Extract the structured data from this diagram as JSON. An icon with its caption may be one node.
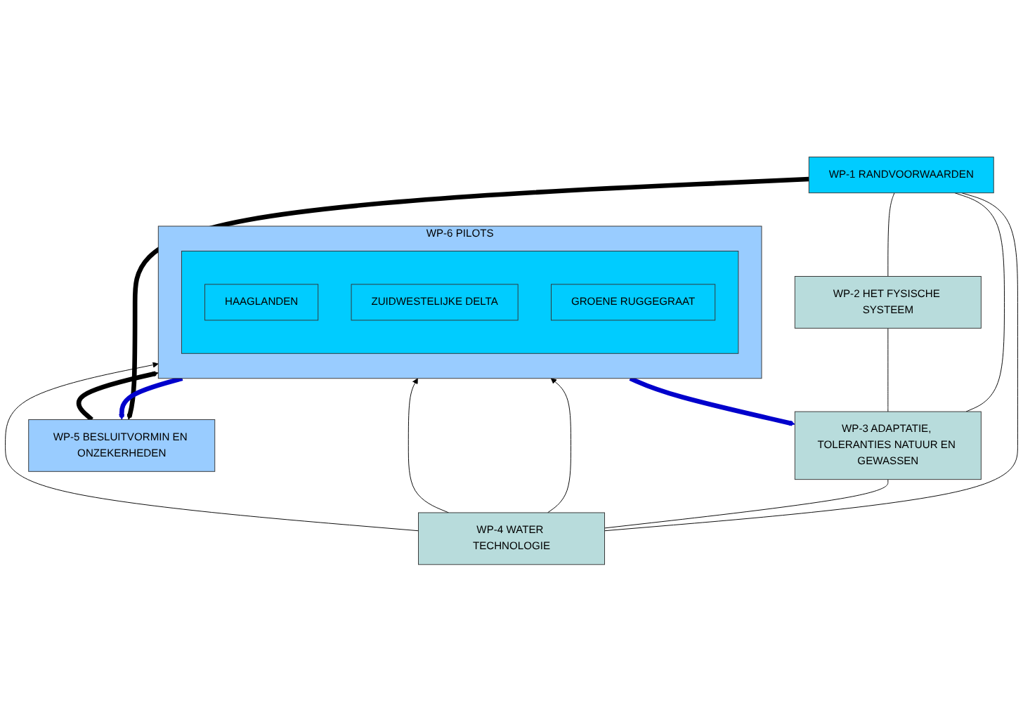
{
  "diagram": {
    "nodes": [
      {
        "text": [
          "WP-1 RANDVOORWAARDEN"
        ]
      },
      {
        "text": [
          "WP-2 HET FYSISCHE SYSTEEM"
        ]
      },
      {
        "text": [
          "WP-3 ADAPTATIE, TOLERANTIES NATUUR EN GEWASSEN"
        ]
      },
      {
        "text": [
          "WP-4 WATER TECHNOLOGIE"
        ]
      },
      {
        "text": [
          "WP-5 BESLUITVORMIN EN ONZEKERHEDEN"
        ]
      },
      {
        "text": [
          "WP-6 PILOTS"
        ]
      },
      {
        "text": [],
        "shape": "box",
        "in": 5
      },
      {
        "text": [
          "HAAGLANDEN"
        ],
        "in": 6
      },
      {
        "text": [
          "ZUIDWESTELIJKE DELTA"
        ],
        "in": 6
      },
      {
        "text": [
          "GROENE RUGGEGRAAT"
        ],
        "in": 6
      }
    ],
    "edges": [
      {
        "from": 0,
        "to": 1,
        "arrow": "none"
      },
      {
        "from": 0,
        "to": 2,
        "arrow": "none"
      },
      {
        "from": 0,
        "to": 3,
        "arrow": "none"
      },
      {
        "from": 1,
        "to": 2,
        "arrow": "none"
      },
      {
        "from": 2,
        "to": 3,
        "arrow": "none"
      },
      {
        "from": 3,
        "to": 5,
        "arrow": "to"
      },
      {
        "from": 3,
        "to": 5,
        "arrow": "to"
      },
      {
        "from": 3,
        "to": 5,
        "arrow": "to"
      },
      {
        "from": 0,
        "to": 4,
        "arrow": "to",
        "style": "thick"
      },
      {
        "from": 4,
        "to": 5,
        "arrow": "to",
        "style": "thick"
      },
      {
        "from": 5,
        "to": 2,
        "arrow": "to",
        "style": "thick",
        "color": "#0000cc"
      },
      {
        "from": 5,
        "to": 4,
        "arrow": "to",
        "style": "thick",
        "color": "#0000cc"
      }
    ]
  }
}
